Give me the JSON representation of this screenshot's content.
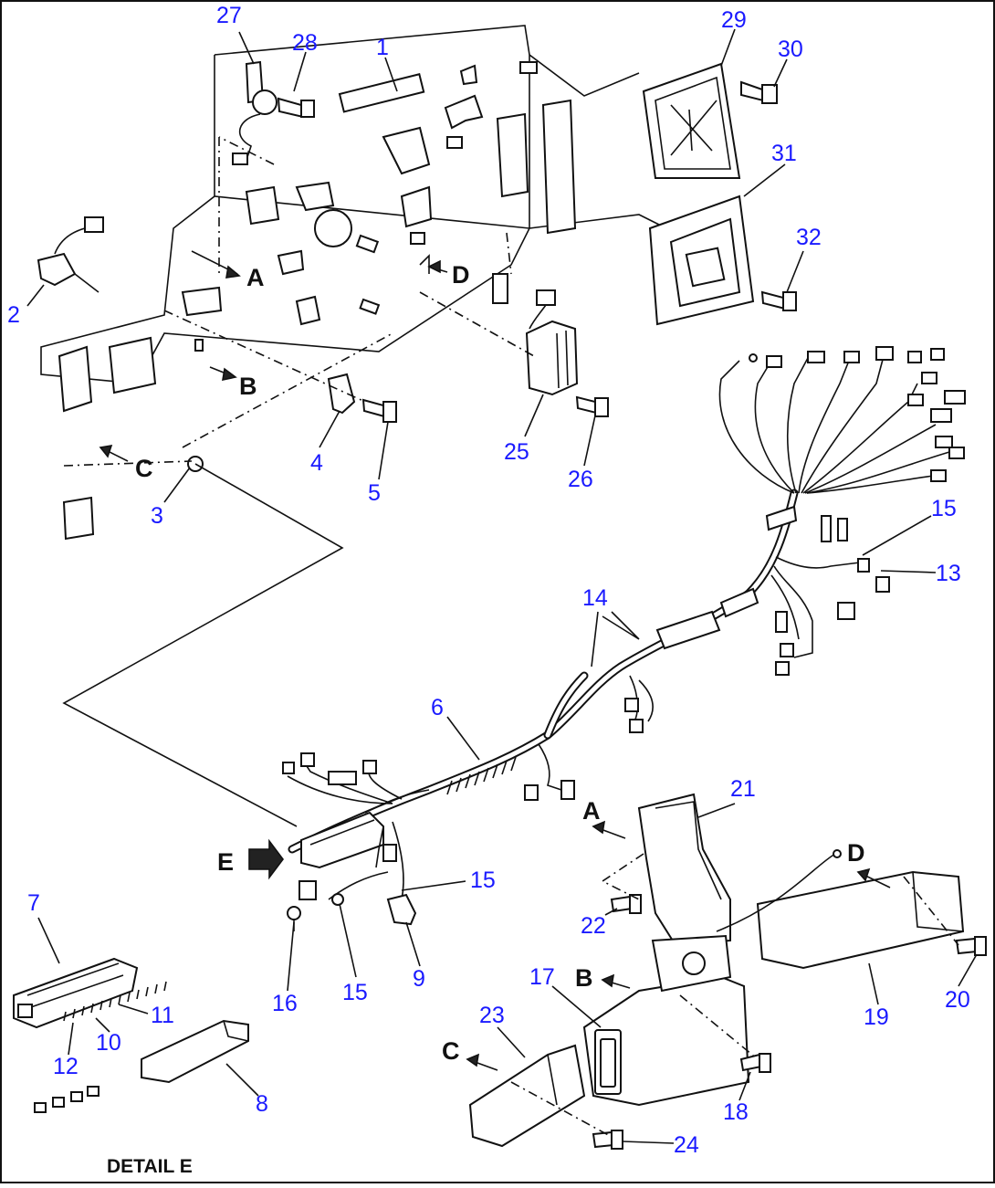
{
  "diagram": {
    "callouts": [
      {
        "id": "c27",
        "label": "27"
      },
      {
        "id": "c28",
        "label": "28"
      },
      {
        "id": "c1",
        "label": "1"
      },
      {
        "id": "c29",
        "label": "29"
      },
      {
        "id": "c30",
        "label": "30"
      },
      {
        "id": "c31",
        "label": "31"
      },
      {
        "id": "c32",
        "label": "32"
      },
      {
        "id": "c2",
        "label": "2"
      },
      {
        "id": "c3",
        "label": "3"
      },
      {
        "id": "c4",
        "label": "4"
      },
      {
        "id": "c5",
        "label": "5"
      },
      {
        "id": "c25",
        "label": "25"
      },
      {
        "id": "c26",
        "label": "26"
      },
      {
        "id": "c15a",
        "label": "15"
      },
      {
        "id": "c13",
        "label": "13"
      },
      {
        "id": "c14",
        "label": "14"
      },
      {
        "id": "c6",
        "label": "6"
      },
      {
        "id": "c21",
        "label": "21"
      },
      {
        "id": "c15b",
        "label": "15"
      },
      {
        "id": "c7",
        "label": "7"
      },
      {
        "id": "c11",
        "label": "11"
      },
      {
        "id": "c10",
        "label": "10"
      },
      {
        "id": "c12",
        "label": "12"
      },
      {
        "id": "c8",
        "label": "8"
      },
      {
        "id": "c16",
        "label": "16"
      },
      {
        "id": "c15c",
        "label": "15"
      },
      {
        "id": "c9",
        "label": "9"
      },
      {
        "id": "c22",
        "label": "22"
      },
      {
        "id": "c20",
        "label": "20"
      },
      {
        "id": "c19",
        "label": "19"
      },
      {
        "id": "c17",
        "label": "17"
      },
      {
        "id": "c23",
        "label": "23"
      },
      {
        "id": "c18",
        "label": "18"
      },
      {
        "id": "c24",
        "label": "24"
      }
    ],
    "refs": {
      "a1": "A",
      "a2": "A",
      "b1": "B",
      "b2": "B",
      "c1": "C",
      "c2": "C",
      "d1": "D",
      "d2": "D",
      "e": "E"
    },
    "detail_caption": "DETAIL  E",
    "colors": {
      "callout": "#1a1aff",
      "line": "#111111"
    }
  }
}
